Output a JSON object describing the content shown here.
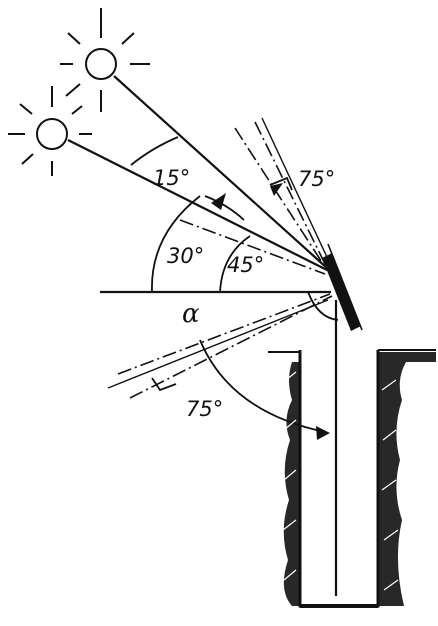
{
  "labels": {
    "angle_15": "15°",
    "angle_30": "30°",
    "angle_45": "45°",
    "angle_75_top": "75°",
    "angle_75_bottom": "75°",
    "alpha": "α"
  },
  "colors": {
    "ink": "#111111",
    "background": "#ffffff"
  },
  "icons": [
    "sun-icon",
    "sun-icon"
  ]
}
